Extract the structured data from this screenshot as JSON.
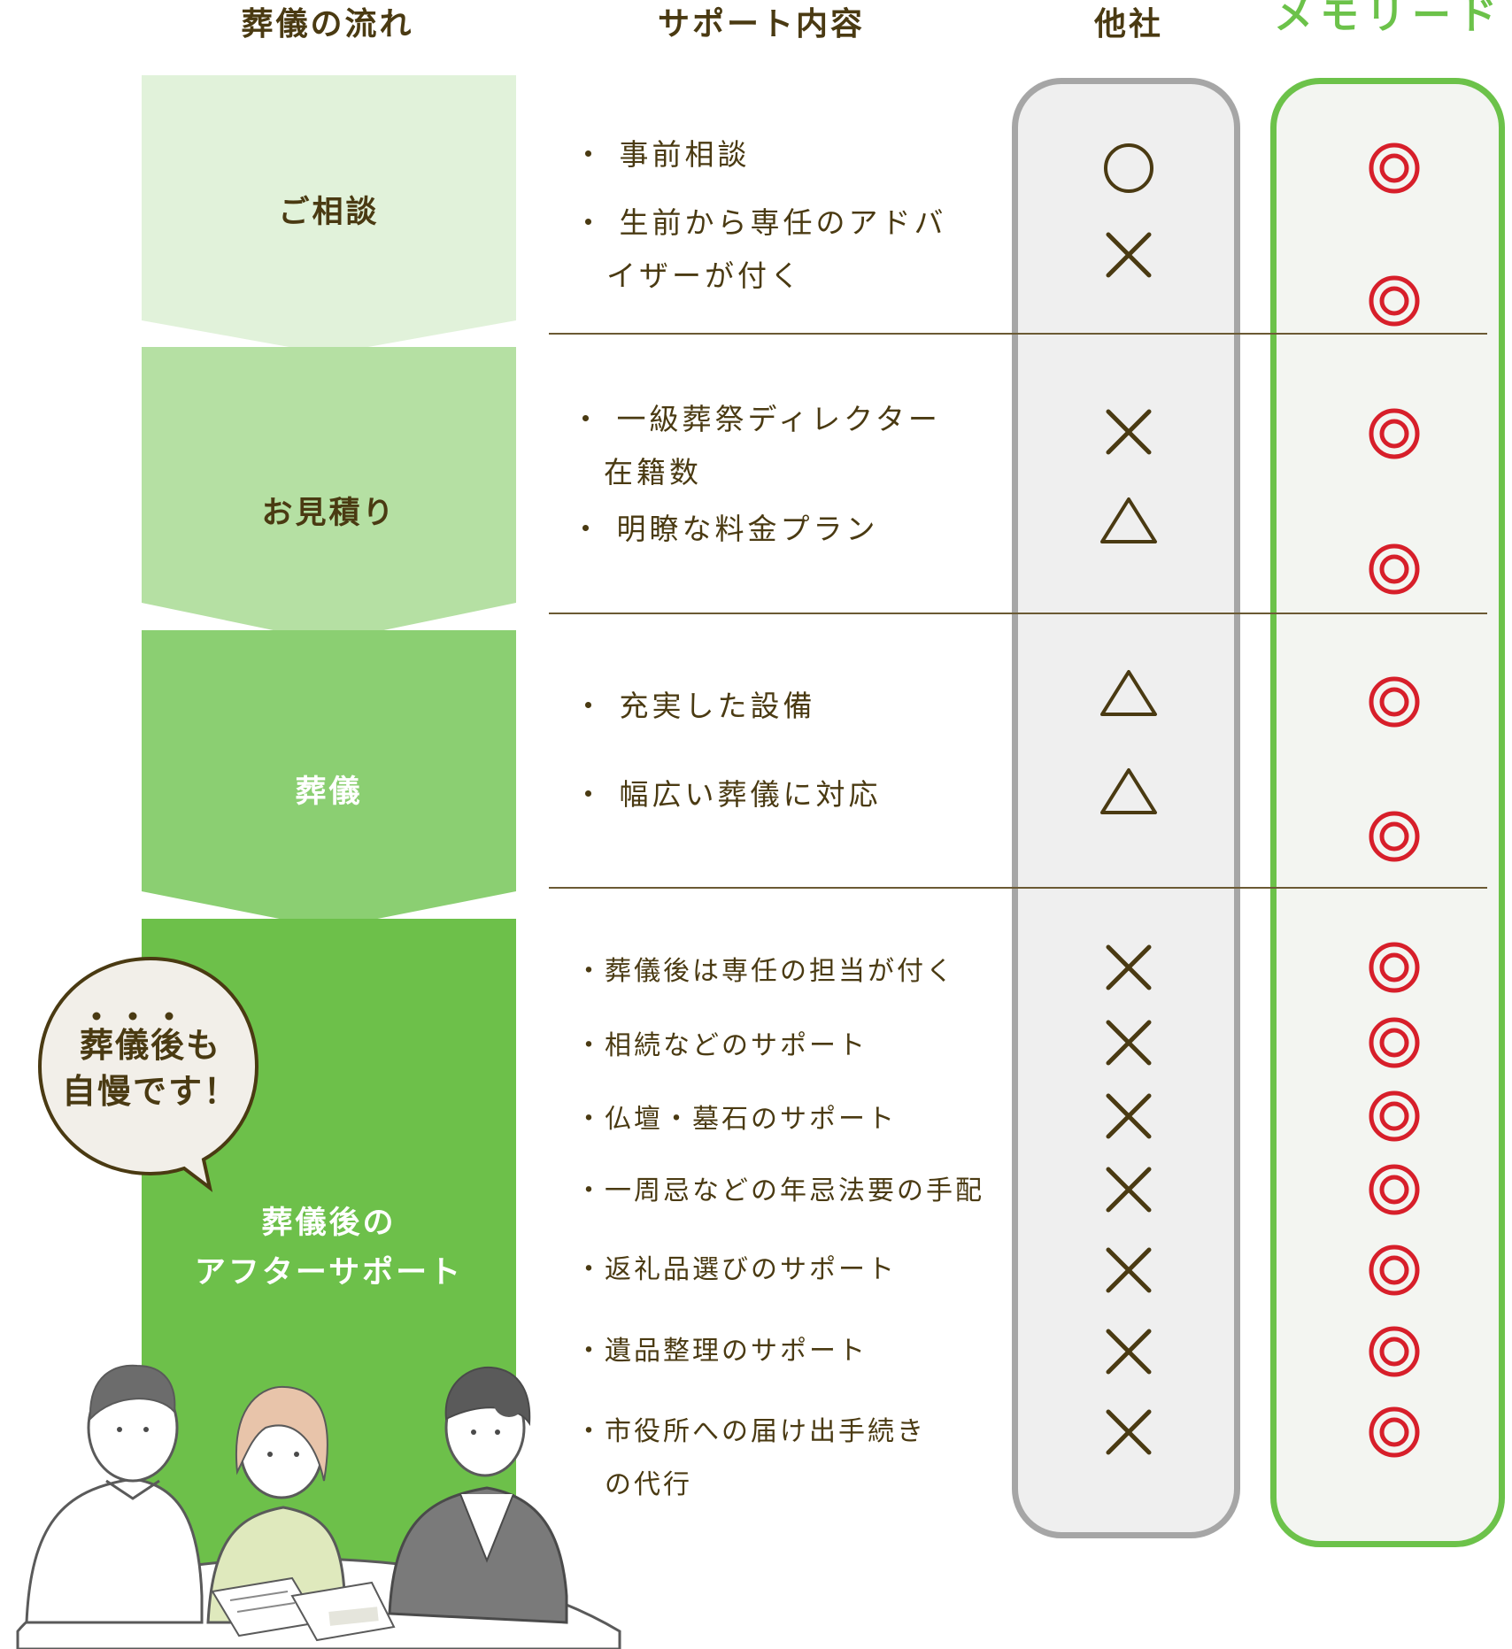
{
  "headers": {
    "flow": "葬儀の流れ",
    "support": "サポート内容",
    "others": "他社",
    "brand": "メモリード"
  },
  "colors": {
    "stage1": "#e1f2da",
    "stage2": "#b5e0a3",
    "stage3": "#8bcf72",
    "stage4": "#6dc04a",
    "brand_green": "#6cc24a",
    "double_circle_red": "#d71f2a",
    "mark_brown": "#4a3a12",
    "others_column_border": "#a6a6a6",
    "others_column_fill": "#efefef",
    "brand_column_fill": "#f3f5f1"
  },
  "stages": [
    {
      "label": "ご相談"
    },
    {
      "label": "お見積り"
    },
    {
      "label": "葬儀"
    },
    {
      "label": "葬儀後の\nアフターサポート"
    }
  ],
  "items": [
    {
      "text": "・ 事前相談",
      "others": "○",
      "memolead": "◎"
    },
    {
      "text": "・ 生前から専任のアドバ\n　イザーが付く",
      "others": "×",
      "memolead": "◎"
    },
    {
      "text": "・ 一級葬祭ディレクター\n　在籍数",
      "others": "×",
      "memolead": "◎"
    },
    {
      "text": "・ 明瞭な料金プラン",
      "others": "△",
      "memolead": "◎"
    },
    {
      "text": "・ 充実した設備",
      "others": "△",
      "memolead": "◎"
    },
    {
      "text": "・ 幅広い葬儀に対応",
      "others": "△",
      "memolead": "◎"
    },
    {
      "text": "・葬儀後は専任の担当が付く",
      "others": "×",
      "memolead": "◎"
    },
    {
      "text": "・相続などのサポート",
      "others": "×",
      "memolead": "◎"
    },
    {
      "text": "・仏壇・墓石のサポート",
      "others": "×",
      "memolead": "◎"
    },
    {
      "text": "・一周忌などの年忌法要の手配",
      "others": "×",
      "memolead": "◎"
    },
    {
      "text": "・返礼品選びのサポート",
      "others": "×",
      "memolead": "◎"
    },
    {
      "text": "・遺品整理のサポート",
      "others": "×",
      "memolead": "◎"
    },
    {
      "text": "・市役所への届け出手続き\n　の代行",
      "others": "×",
      "memolead": "◎"
    }
  ],
  "bubble": {
    "text": "葬儀後も\n自慢です！"
  }
}
